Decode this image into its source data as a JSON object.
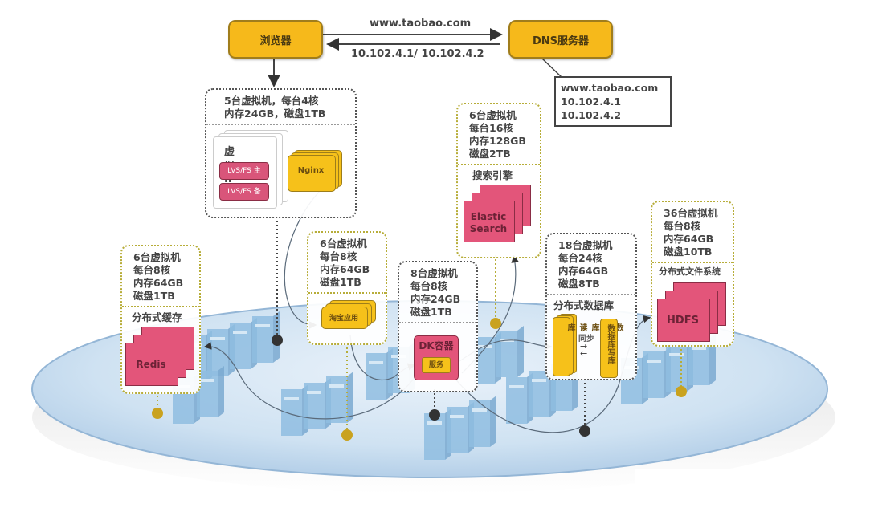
{
  "top": {
    "browser_label": "浏览器",
    "dns_label": "DNS服务器",
    "request_label": "www.taobao.com",
    "response_label": "10.102.4.1/ 10.102.4.2",
    "dns_record": [
      "www.taobao.com",
      "10.102.4.1",
      "10.102.4.2"
    ]
  },
  "lb_cluster": {
    "spec": [
      "5台虚拟机，每台4核",
      "内存24GB，磁盘1TB"
    ],
    "virtual_ip_label": "虚拟IP",
    "lvs_primary": "LVS/FS 主",
    "lvs_backup": "LVS/FS 备",
    "nginx_label": "Nginx"
  },
  "search_cluster": {
    "spec": [
      "6台虚拟机",
      "每台16核",
      "内存128GB",
      "磁盘2TB"
    ],
    "title": "搜索引擎",
    "node_label_line1": "Elastic",
    "node_label_line2": "Search"
  },
  "cache_cluster": {
    "spec": [
      "6台虚拟机",
      "每台8核",
      "内存64GB",
      "磁盘1TB"
    ],
    "title": "分布式缓存",
    "node_label": "Redis"
  },
  "app_cluster": {
    "spec": [
      "6台虚拟机",
      "每台8核",
      "内存64GB",
      "磁盘1TB"
    ],
    "node_label": "淘宝应用"
  },
  "container_cluster": {
    "spec": [
      "8台虚拟机",
      "每台8核",
      "内存24GB",
      "磁盘1TB"
    ],
    "container_label": "DK容器",
    "service_label": "服务"
  },
  "db_cluster": {
    "spec": [
      "18台虚拟机",
      "每台24核",
      "内存64GB",
      "磁盘8TB"
    ],
    "title": "分布式数据库",
    "read_label": "数据库读库",
    "sync_label": "同步",
    "write_label": "数据库写库"
  },
  "fs_cluster": {
    "spec": [
      "36台虚拟机",
      "每台8核",
      "内存64GB",
      "磁盘10TB"
    ],
    "title": "分布式文件系统",
    "node_label": "HDFS"
  },
  "colors": {
    "yellow": "#f6b91b",
    "pink": "#e3557a",
    "platform_blue": "#c9def0",
    "server_blue": "#8fbde0",
    "gold_dot": "#c9a21f",
    "dark_dot": "#333333"
  }
}
